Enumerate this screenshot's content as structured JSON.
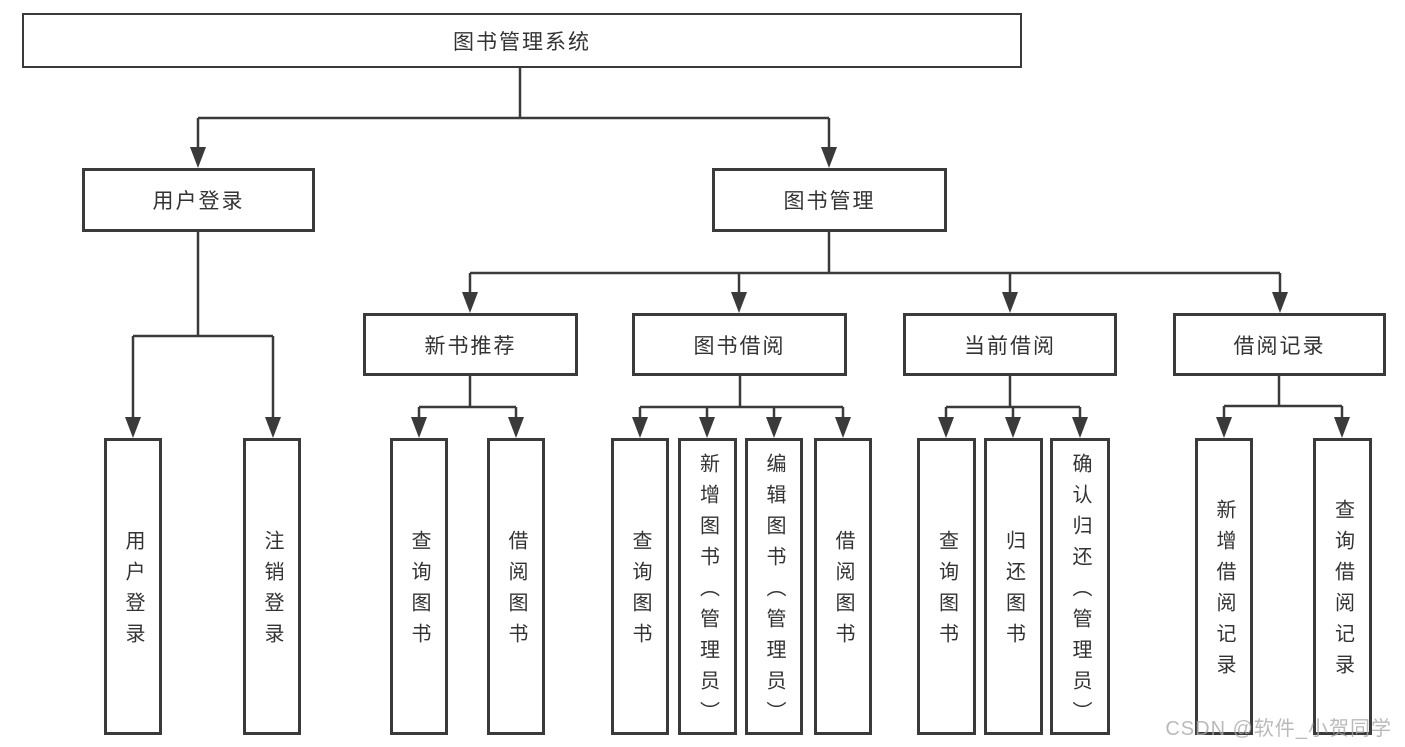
{
  "colors": {
    "line": "#3a3a3a",
    "text": "#333333",
    "wm": "#aaaaaa",
    "bg": "#ffffff"
  },
  "diagram": {
    "root": {
      "label": "图书管理系统",
      "children": [
        {
          "label": "用户登录",
          "children": [
            {
              "label": "用户登录"
            },
            {
              "label": "注销登录"
            }
          ]
        },
        {
          "label": "图书管理",
          "children": [
            {
              "label": "新书推荐",
              "children": [
                {
                  "label": "查询图书"
                },
                {
                  "label": "借阅图书"
                }
              ]
            },
            {
              "label": "图书借阅",
              "children": [
                {
                  "label": "查询图书"
                },
                {
                  "label": "新增图书（管理员）"
                },
                {
                  "label": "编辑图书（管理员）"
                },
                {
                  "label": "借阅图书"
                }
              ]
            },
            {
              "label": "当前借阅",
              "children": [
                {
                  "label": "查询图书"
                },
                {
                  "label": "归还图书"
                },
                {
                  "label": "确认归还（管理员）"
                }
              ]
            },
            {
              "label": "借阅记录",
              "children": [
                {
                  "label": "新增借阅记录"
                },
                {
                  "label": "查询借阅记录"
                }
              ]
            }
          ]
        }
      ]
    }
  },
  "watermark": {
    "text": "CSDN @软件_小贺同学"
  }
}
